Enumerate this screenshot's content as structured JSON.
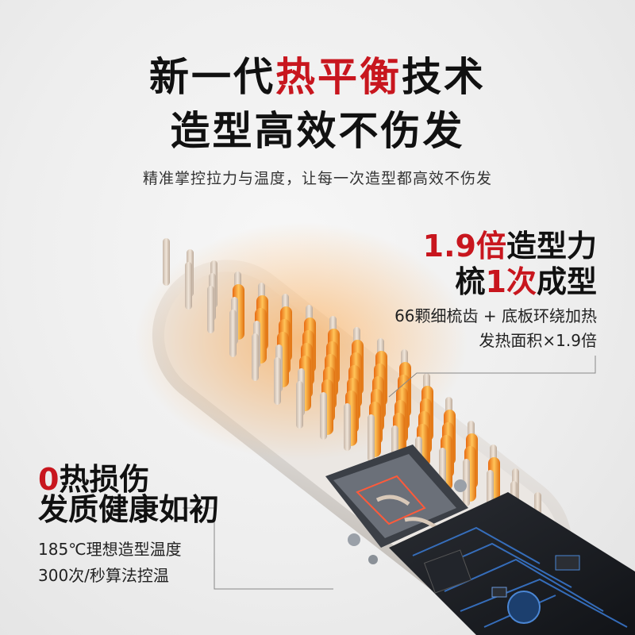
{
  "headline": {
    "line1_prefix": "新一代",
    "line1_highlight": "热平衡",
    "line1_suffix": "技术",
    "line2": "造型高效不伤发"
  },
  "subheadline": "精准掌控拉力与温度，让每一次造型都高效不伤发",
  "callout_right": {
    "title1_highlight": "1.9倍",
    "title1_suffix": "造型力",
    "title2_prefix": "梳",
    "title2_highlight": "1次",
    "title2_suffix": "成型",
    "detail1": "66颗细梳齿 + 底板环绕加热",
    "detail2": "发热面积×1.9倍"
  },
  "callout_left": {
    "title1_highlight": "0",
    "title1_suffix": "热损伤",
    "title2": "发质健康如初",
    "detail1": "185℃理想造型温度",
    "detail2": "300次/秒算法控温"
  },
  "colors": {
    "accent_red": "#c8161e",
    "heated_bristle": "#f08a1c",
    "circuit_blue": "#3a7bd5"
  }
}
